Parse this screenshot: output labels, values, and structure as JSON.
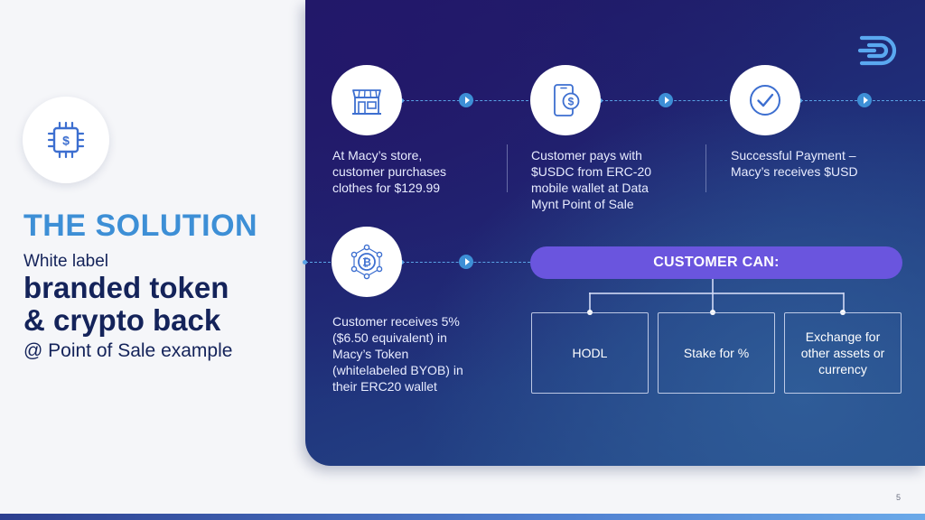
{
  "left": {
    "title": "THE SOLUTION",
    "subtitle": "White label",
    "headline_line1": "branded token",
    "headline_line2": "& crypto back",
    "tagline": "@ Point of Sale example",
    "icon": "chip-dollar-icon"
  },
  "steps": [
    {
      "icon": "store-icon",
      "lines": [
        "At Macy’s store,",
        "customer purchases",
        "clothes for $129.99"
      ]
    },
    {
      "icon": "mobile-payment-icon",
      "lines": [
        "Customer pays with",
        "$USDC from ERC-20",
        "mobile wallet at Data",
        "Mynt Point of Sale"
      ]
    },
    {
      "icon": "checkmark-icon",
      "lines": [
        "Successful Payment –",
        "Macy’s receives $USD"
      ]
    },
    {
      "icon": "bitcoin-network-icon",
      "lines": [
        "Customer receives 5%",
        "($6.50 equivalent) in",
        "Macy’s Token",
        "(whitelabeled BYOB) in",
        "their ERC20 wallet"
      ]
    }
  ],
  "customer_can": {
    "label": "CUSTOMER CAN:",
    "options": [
      {
        "lines": [
          "HODL"
        ]
      },
      {
        "lines": [
          "Stake for %"
        ]
      },
      {
        "lines": [
          "Exchange for",
          "other assets or",
          "currency"
        ]
      }
    ]
  },
  "page_number": "5",
  "colors": {
    "accent_blue": "#3d8fd6",
    "navy": "#14235a",
    "purple_pill": "#6a55de",
    "panel_dark": "#1e1864"
  }
}
